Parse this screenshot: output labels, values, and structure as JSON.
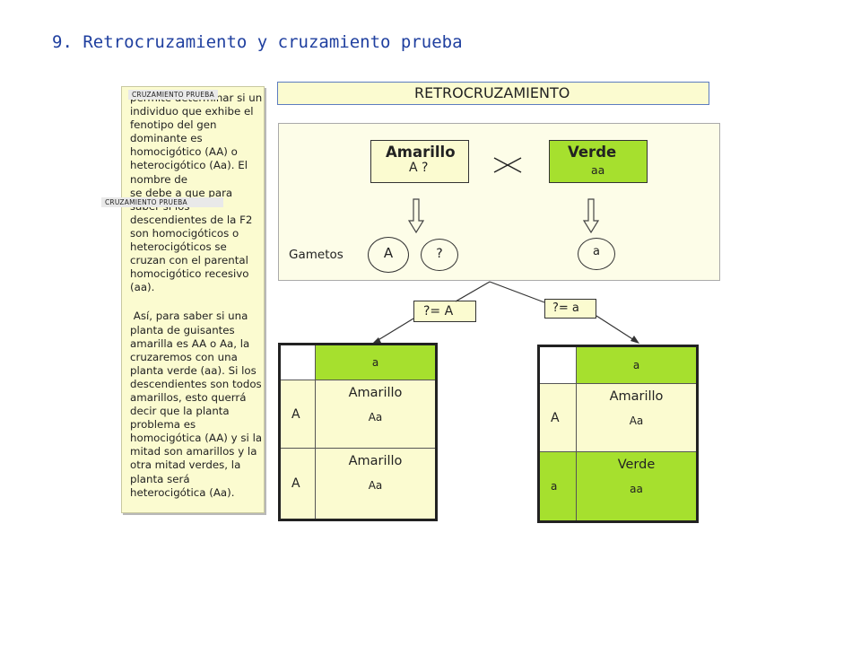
{
  "title": "9. Retrocruzamiento y cruzamiento prueba",
  "note": {
    "tag_top": "CRUZAMIENTO PRUEBA",
    "tag_mid": "CRUZAMIENTO PRUEBA",
    "paragraph1_a": "permite determinar si un individuo que exhibe el fenotipo del gen dominante es homocigótico (AA) o heterocigótico (Aa). El nombre de",
    "paragraph1_b": "se debe a que para saber si los descendientes de la F2 son homocigóticos o heterocigóticos se cruzan con el parental homocigótico recesivo (aa).",
    "paragraph2": "Así, para saber si una planta de guisantes amarilla es AA o Aa, la cruzaremos con una planta verde (aa). Si los descendientes son todos amarillos, esto querrá decir que la planta problema es homocigótica (AA) y si la mitad son amarillos y la otra mitad verdes, la planta será heterocigótica (Aa)."
  },
  "diagram": {
    "header": "RETROCRUZAMIENTO",
    "parent1": {
      "name": "Amarillo",
      "genotype": "A ?"
    },
    "parent2": {
      "name": "Verde",
      "genotype": "aa"
    },
    "gametes_label": "Gametos",
    "gametes": [
      "A",
      "?",
      "a"
    ],
    "case1_label": "?= A",
    "case2_label": "?= a",
    "table1": {
      "col_header": "a",
      "rows": [
        {
          "row_header": "A",
          "phenotype": "Amarillo",
          "genotype": "Aa"
        },
        {
          "row_header": "A",
          "phenotype": "Amarillo",
          "genotype": "Aa"
        }
      ]
    },
    "table2": {
      "col_header": "a",
      "rows": [
        {
          "row_header": "A",
          "phenotype": "Amarillo",
          "genotype": "Aa"
        },
        {
          "row_header": "a",
          "phenotype": "Verde",
          "genotype": "aa"
        }
      ]
    }
  },
  "colors": {
    "green": "#a6e02e",
    "yellow": "#fbfbd0",
    "title_blue": "#1f3f9f",
    "header_border": "#5c7cc0"
  }
}
